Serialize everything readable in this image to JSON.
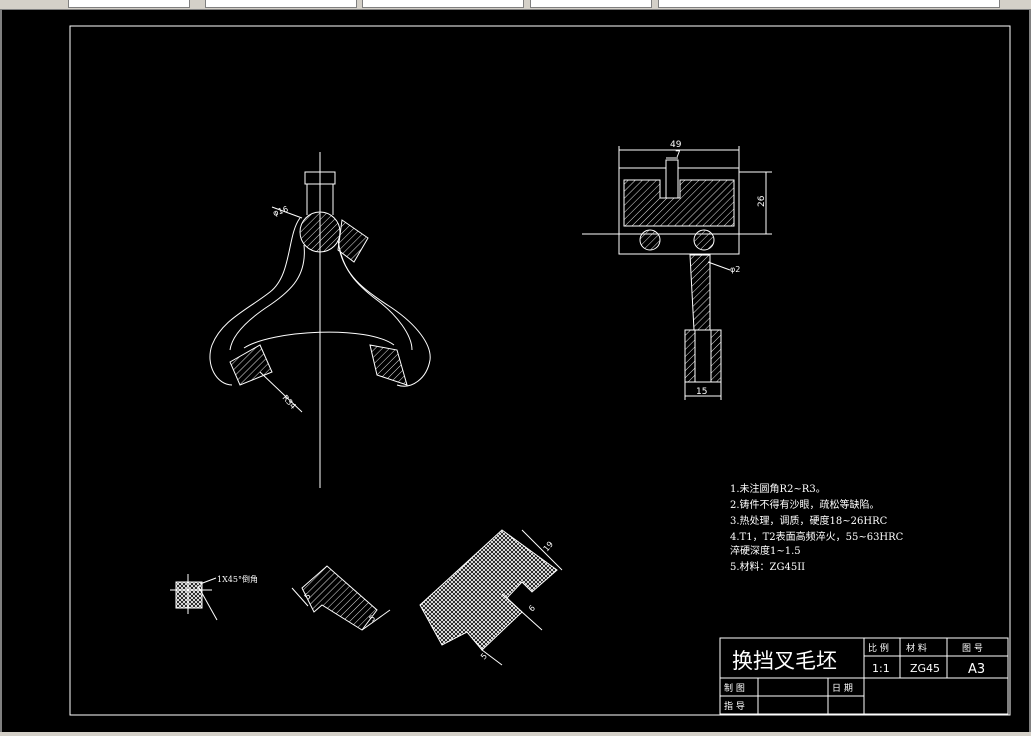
{
  "dims": {
    "d49": "49",
    "d7": "7",
    "d26": "26",
    "d15": "15",
    "dphi2": "φ2",
    "dphi16": "φ16",
    "dR34": "R34",
    "d19": "19",
    "d5a": "5",
    "d5b": "5",
    "d5c": "5",
    "d6": "6",
    "chamfer": "1X45°倒角"
  },
  "notes": [
    "1.未注圆角R2~R3。",
    "2.铸件不得有沙眼，疏松等缺陷。",
    "3.热处理，调质，硬度18~26HRC",
    "4.T1，T2表面高频淬火，55~63HRC",
    "淬硬深度1~1.5",
    "5.材料：ZG45II"
  ],
  "title_block": {
    "title": "换挡叉毛坯",
    "scale_label": "比 例",
    "material_label": "材 料",
    "drawing_no_label": "图 号",
    "scale": "1:1",
    "material": "ZG45",
    "drawing_no": "A3",
    "drawn_label": "制 图",
    "date_label": "日 期",
    "guide_label": "指 导"
  },
  "colors": {
    "line": "#ffffff",
    "background": "#000000"
  }
}
